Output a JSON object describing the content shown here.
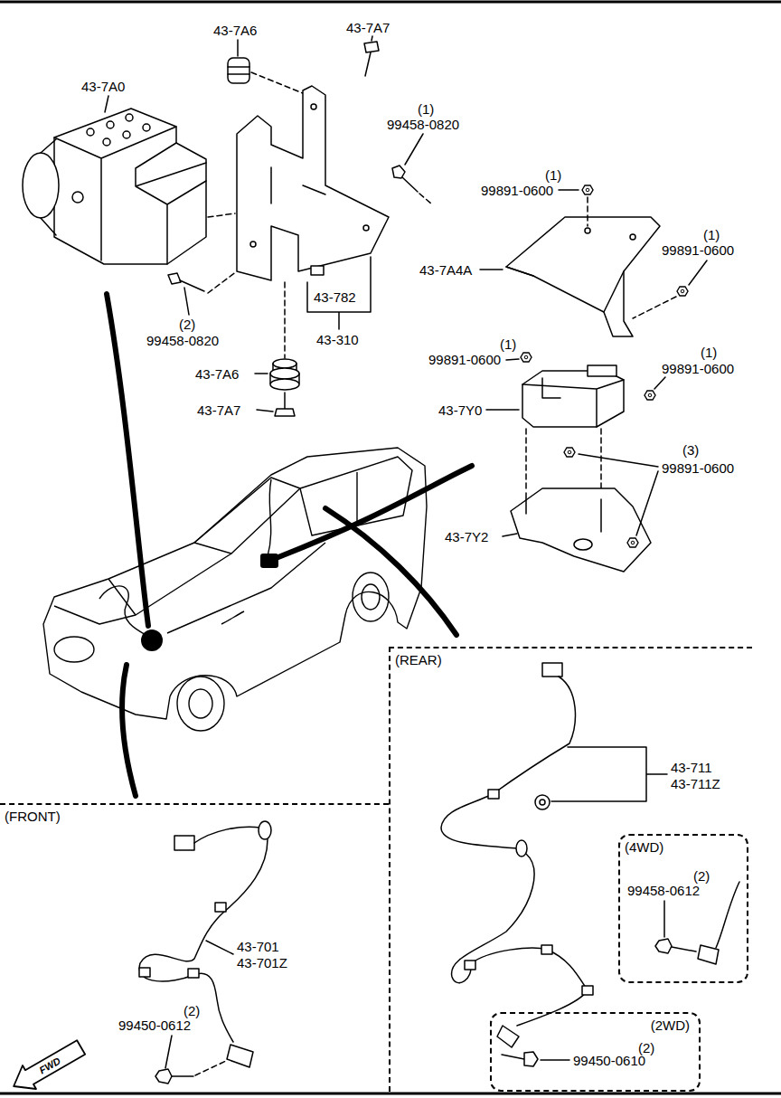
{
  "diagram": {
    "nodes": [
      {
        "text": [
          "(REAR)"
        ]
      },
      {
        "text": [
          "(4WD)"
        ],
        "in": 0
      },
      {
        "text": [
          "(2WD)"
        ],
        "in": 0
      },
      {
        "text": [
          "(FRONT)"
        ]
      }
    ],
    "labels": [
      "43-7A6",
      "43-7A7",
      "43-7A0",
      "(1)",
      "99458-0820",
      "(1)",
      "99891-0600",
      "(1)",
      "99891-0600",
      "43-7A4A",
      "43-782",
      "43-310",
      "(2)",
      "99458-0820",
      "(1)",
      "99891-0600",
      "(1)",
      "99891-0600",
      "43-7A6",
      "43-7Y0",
      "43-7A7",
      "(3)",
      "99891-0600",
      "43-7Y2",
      "43-711",
      "43-711Z",
      "(2)",
      "99458-0612",
      "43-701",
      "43-701Z",
      "(2)",
      "99450-0612",
      "(2)",
      "99450-0610",
      "FWD"
    ]
  }
}
